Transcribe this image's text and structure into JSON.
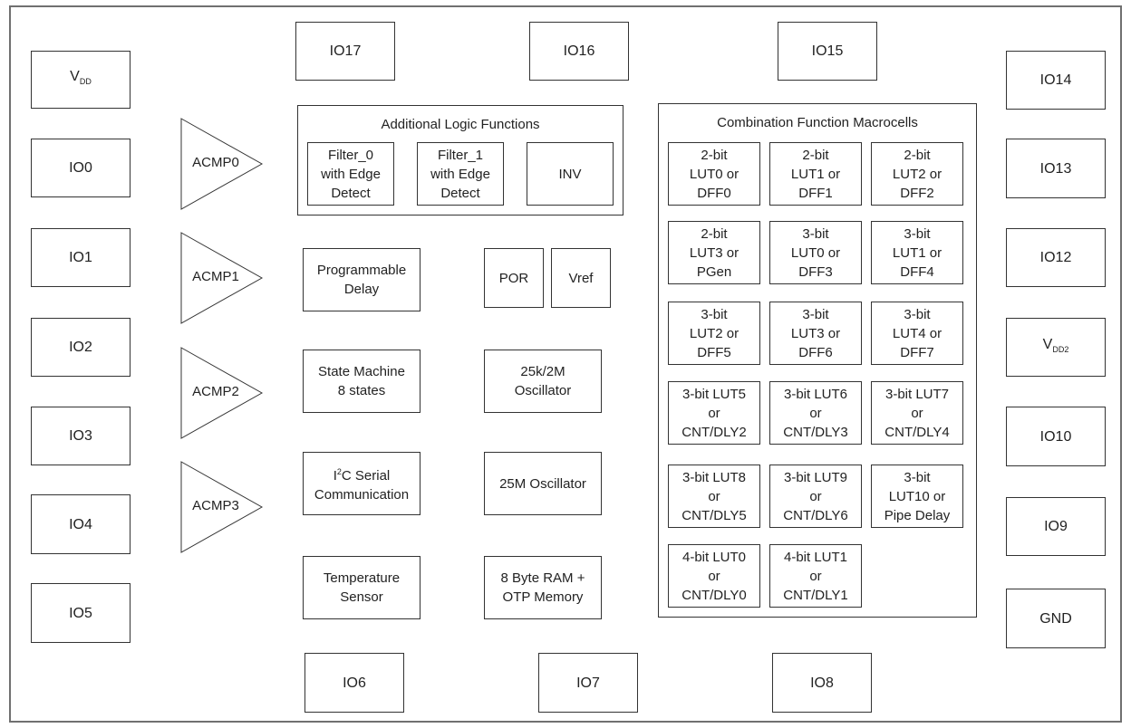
{
  "pins": {
    "vdd_main": "V",
    "vdd_sub": "DD",
    "vdd2_main": "V",
    "vdd2_sub": "DD2",
    "io0": "IO0",
    "io1": "IO1",
    "io2": "IO2",
    "io3": "IO3",
    "io4": "IO4",
    "io5": "IO5",
    "io6": "IO6",
    "io7": "IO7",
    "io8": "IO8",
    "io9": "IO9",
    "io10": "IO10",
    "io12": "IO12",
    "io13": "IO13",
    "io14": "IO14",
    "io15": "IO15",
    "io16": "IO16",
    "io17": "IO17",
    "gnd": "GND"
  },
  "comparators": [
    "ACMP0",
    "ACMP1",
    "ACMP2",
    "ACMP3"
  ],
  "logic_panel": {
    "title": "Additional Logic Functions",
    "filter0": "Filter_0\nwith Edge\nDetect",
    "filter1": "Filter_1\nwith Edge\nDetect",
    "inv": "INV"
  },
  "blocks": {
    "programmable_delay": "Programmable\nDelay",
    "state_machine": "State Machine\n8 states",
    "i2c_main": "I",
    "i2c_sup": "2",
    "i2c_rest": "C Serial",
    "i2c_line2": "Communication",
    "temperature_sensor": "Temperature\nSensor",
    "por": "POR",
    "vref": "Vref",
    "osc_25k2m": "25k/2M\nOscillator",
    "osc_25m": "25M Oscillator",
    "memory": "8 Byte RAM +\nOTP Memory"
  },
  "macrocells": {
    "title": "Combination Function Macrocells",
    "cells": [
      "2-bit\nLUT0 or\nDFF0",
      "2-bit\nLUT1 or\nDFF1",
      "2-bit\nLUT2 or\nDFF2",
      "2-bit\nLUT3 or\nPGen",
      "3-bit\nLUT0 or\nDFF3",
      "3-bit\nLUT1 or\nDFF4",
      "3-bit\nLUT2 or\nDFF5",
      "3-bit\nLUT3 or\nDFF6",
      "3-bit\nLUT4 or\nDFF7",
      "3-bit LUT5\nor\nCNT/DLY2",
      "3-bit LUT6\nor\nCNT/DLY3",
      "3-bit LUT7\nor\nCNT/DLY4",
      "3-bit LUT8\nor\nCNT/DLY5",
      "3-bit LUT9\nor\nCNT/DLY6",
      "3-bit\nLUT10 or\nPipe Delay",
      "4-bit LUT0\nor\nCNT/DLY0",
      "4-bit LUT1\nor\nCNT/DLY1"
    ]
  }
}
